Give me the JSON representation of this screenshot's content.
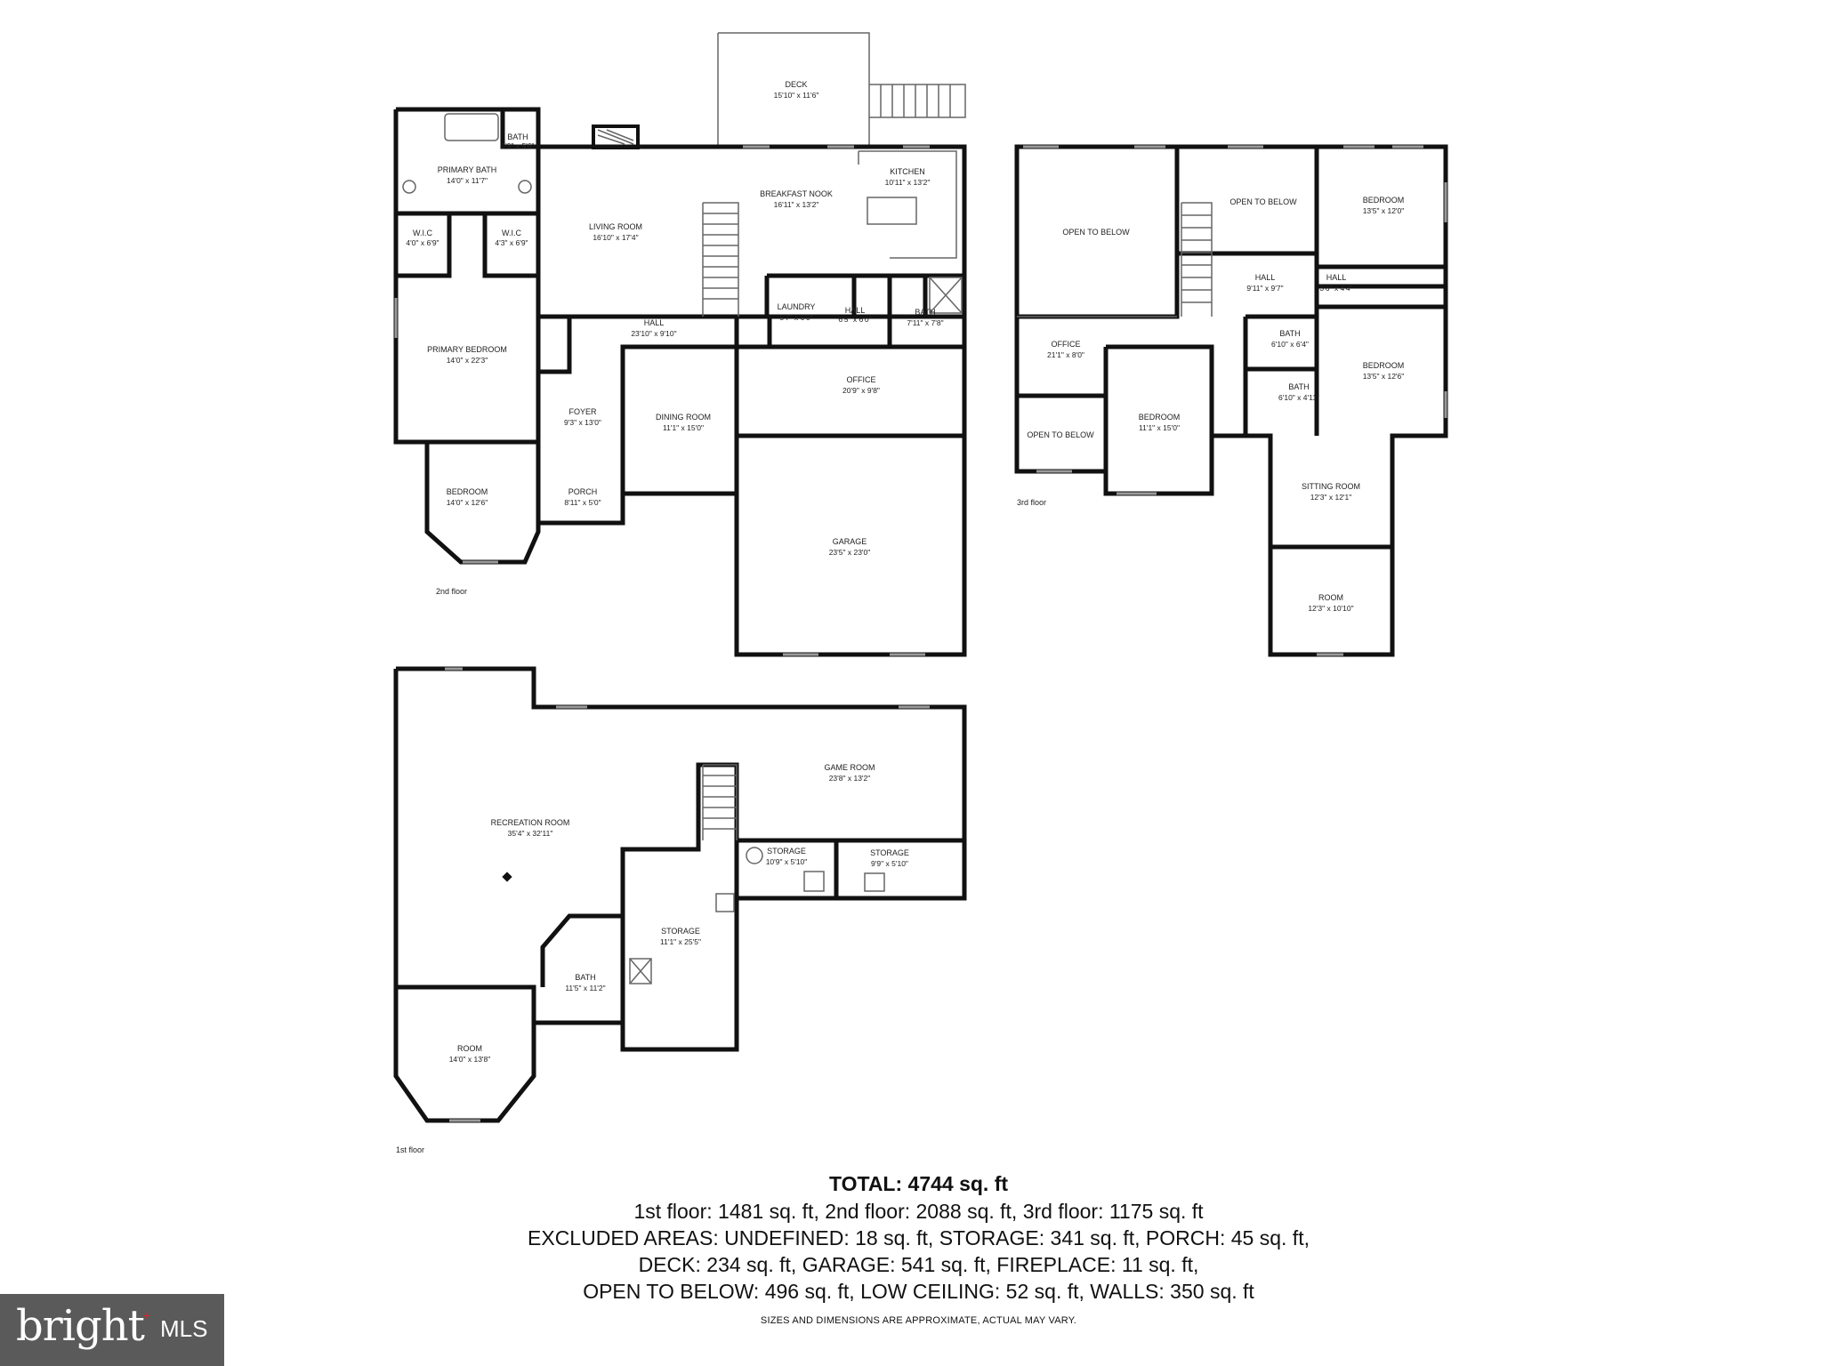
{
  "floors": {
    "second": {
      "label": "2nd floor",
      "rooms": [
        {
          "id": "deck",
          "name": "DECK",
          "dims": "15'10\" x 11'6\""
        },
        {
          "id": "bath-small",
          "name": "BATH",
          "dims": "3'9\" x 5'6\""
        },
        {
          "id": "primary-bath",
          "name": "PRIMARY BATH",
          "dims": "14'0\" x 11'7\""
        },
        {
          "id": "wic-left",
          "name": "W.I.C",
          "dims": "4'0\" x 6'9\""
        },
        {
          "id": "wic-right",
          "name": "W.I.C",
          "dims": "4'3\" x 6'9\""
        },
        {
          "id": "living-room",
          "name": "LIVING ROOM",
          "dims": "16'10\" x 17'4\""
        },
        {
          "id": "breakfast-nook",
          "name": "BREAKFAST NOOK",
          "dims": "16'11\" x 13'2\""
        },
        {
          "id": "kitchen",
          "name": "KITCHEN",
          "dims": "10'11\" x 13'2\""
        },
        {
          "id": "laundry",
          "name": "LAUNDRY",
          "dims": "5'7\" x 6'0\""
        },
        {
          "id": "hall-small",
          "name": "HALL",
          "dims": "6'5\" x 6'0\""
        },
        {
          "id": "bath-2",
          "name": "BATH",
          "dims": "7'11\" x 7'8\""
        },
        {
          "id": "hall-main",
          "name": "HALL",
          "dims": "23'10\" x 9'10\""
        },
        {
          "id": "primary-bedroom",
          "name": "PRIMARY BEDROOM",
          "dims": "14'0\" x 22'3\""
        },
        {
          "id": "office",
          "name": "OFFICE",
          "dims": "20'9\" x 9'8\""
        },
        {
          "id": "foyer",
          "name": "FOYER",
          "dims": "9'3\" x 13'0\""
        },
        {
          "id": "dining-room",
          "name": "DINING ROOM",
          "dims": "11'1\" x 15'0\""
        },
        {
          "id": "bedroom",
          "name": "BEDROOM",
          "dims": "14'0\" x 12'6\""
        },
        {
          "id": "porch",
          "name": "PORCH",
          "dims": "8'11\" x 5'0\""
        },
        {
          "id": "garage",
          "name": "GARAGE",
          "dims": "23'5\" x 23'0\""
        }
      ]
    },
    "third": {
      "label": "3rd floor",
      "rooms": [
        {
          "id": "open-1",
          "name": "OPEN TO BELOW",
          "dims": ""
        },
        {
          "id": "open-2",
          "name": "OPEN TO BELOW",
          "dims": ""
        },
        {
          "id": "bedroom-1",
          "name": "BEDROOM",
          "dims": "13'5\" x 12'0\""
        },
        {
          "id": "hall",
          "name": "HALL",
          "dims": "9'11\" x 9'7\""
        },
        {
          "id": "hall-small",
          "name": "HALL",
          "dims": "3'6\" x 4'4\""
        },
        {
          "id": "office",
          "name": "OFFICE",
          "dims": "21'1\" x 8'0\""
        },
        {
          "id": "bath-1",
          "name": "BATH",
          "dims": "6'10\" x 6'4\""
        },
        {
          "id": "bath-2",
          "name": "BATH",
          "dims": "6'10\" x 4'11\""
        },
        {
          "id": "bedroom-2",
          "name": "BEDROOM",
          "dims": "13'5\" x 12'6\""
        },
        {
          "id": "bedroom-3",
          "name": "BEDROOM",
          "dims": "11'1\" x 15'0\""
        },
        {
          "id": "open-3",
          "name": "OPEN TO BELOW",
          "dims": ""
        },
        {
          "id": "sitting-room",
          "name": "SITTING ROOM",
          "dims": "12'3\" x 12'1\""
        },
        {
          "id": "room",
          "name": "ROOM",
          "dims": "12'3\" x 10'10\""
        }
      ]
    },
    "first": {
      "label": "1st floor",
      "rooms": [
        {
          "id": "game-room",
          "name": "GAME ROOM",
          "dims": "23'8\" x 13'2\""
        },
        {
          "id": "recreation-room",
          "name": "RECREATION ROOM",
          "dims": "35'4\" x 32'11\""
        },
        {
          "id": "storage-1",
          "name": "STORAGE",
          "dims": "10'9\" x 5'10\""
        },
        {
          "id": "storage-2",
          "name": "STORAGE",
          "dims": "9'9\" x 5'10\""
        },
        {
          "id": "storage-3",
          "name": "STORAGE",
          "dims": "11'1\" x 25'5\""
        },
        {
          "id": "bath",
          "name": "BATH",
          "dims": "11'5\" x 11'2\""
        },
        {
          "id": "room",
          "name": "ROOM",
          "dims": "14'0\" x 13'8\""
        }
      ]
    }
  },
  "summary": {
    "total": "TOTAL: 4744 sq. ft",
    "lines": [
      "1st floor: 1481 sq. ft, 2nd floor: 2088 sq. ft, 3rd floor: 1175 sq. ft",
      "EXCLUDED AREAS: UNDEFINED: 18 sq. ft, STORAGE: 341 sq. ft, PORCH: 45 sq. ft,",
      "DECK: 234 sq. ft, GARAGE: 541 sq. ft, FIREPLACE: 11 sq. ft,",
      "OPEN TO BELOW: 496 sq. ft, LOW CEILING: 52 sq. ft, WALLS: 350 sq. ft"
    ],
    "disclaimer": "SIZES AND DIMENSIONS ARE APPROXIMATE, ACTUAL MAY VARY."
  },
  "logo": {
    "brand": "bright",
    "suffix": "MLS",
    "accent_color": "#d9242b"
  }
}
